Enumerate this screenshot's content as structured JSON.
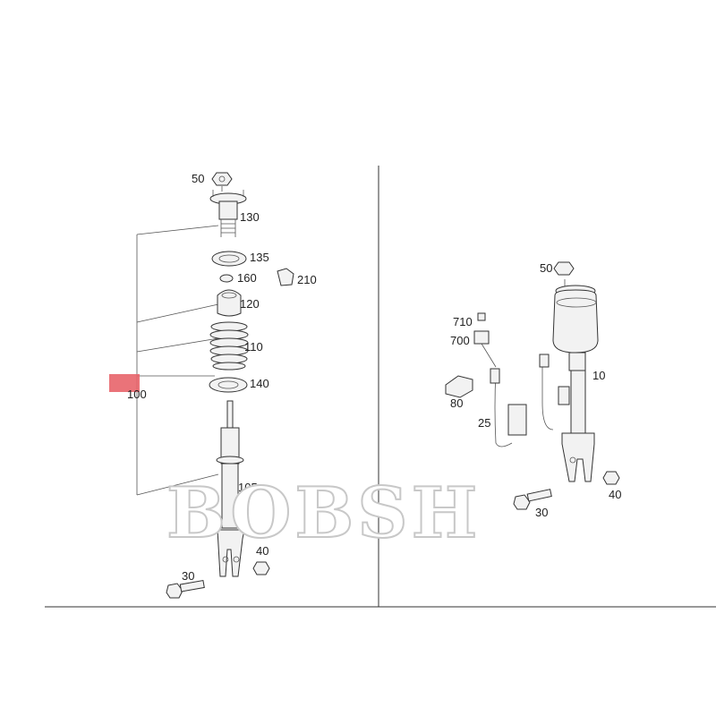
{
  "watermark": "BOBSH",
  "highlight_color": "#e8646a",
  "left_panel": {
    "callouts": [
      "50",
      "130",
      "135",
      "160",
      "210",
      "120",
      "110",
      "140",
      "100",
      "105",
      "40",
      "30"
    ]
  },
  "right_panel": {
    "callouts": [
      "50",
      "710",
      "700",
      "10",
      "80",
      "25",
      "40",
      "30"
    ]
  }
}
